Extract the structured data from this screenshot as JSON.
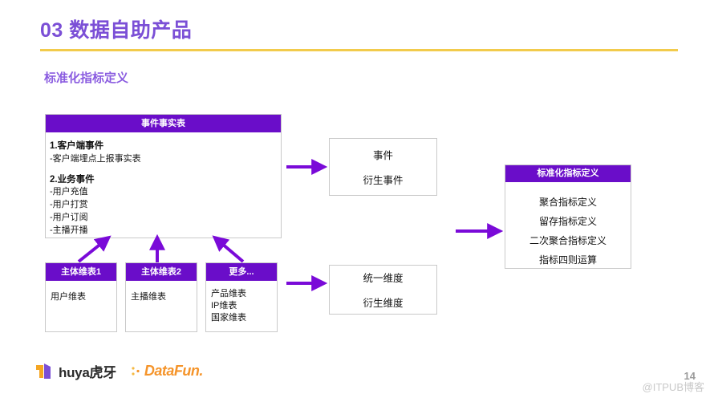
{
  "header": {
    "section_number": "03",
    "title": "03 数据自助产品",
    "subtitle": "标准化指标定义",
    "rule_color": "#f2cb4c",
    "title_color": "#7b4fd6",
    "subtitle_color": "#8a5ce0"
  },
  "theme": {
    "purple": "#6a0dc9",
    "arrow_purple": "#7a0ad8",
    "box_border": "#c9c9c9"
  },
  "diagram": {
    "fact_table": {
      "header": "事件事实表",
      "group1_title": "1.客户端事件",
      "group1_items": [
        "-客户端埋点上报事实表"
      ],
      "group2_title": "2.业务事件",
      "group2_items": [
        "-用户充值",
        "-用户打赏",
        "-用户订阅",
        "-主播开播"
      ]
    },
    "dimension_tables": [
      {
        "header": "主体维表1",
        "items": [
          "用户维表"
        ]
      },
      {
        "header": "主体维表2",
        "items": [
          "主播维表"
        ]
      },
      {
        "header": "更多...",
        "items": [
          "产品维表",
          "IP维表",
          "国家维表"
        ]
      }
    ],
    "events_box": {
      "lines": [
        "事件",
        "衍生事件"
      ]
    },
    "dims_box": {
      "lines": [
        "统一维度",
        "衍生维度"
      ]
    },
    "metric_box": {
      "header": "标准化指标定义",
      "items": [
        "聚合指标定义",
        "留存指标定义",
        "二次聚合指标定义",
        "指标四则运算"
      ]
    }
  },
  "footer": {
    "huya_label": "huya虎牙",
    "datafun_label": "DataFun.",
    "page_number": "14",
    "watermark": "@ITPUB博客"
  }
}
